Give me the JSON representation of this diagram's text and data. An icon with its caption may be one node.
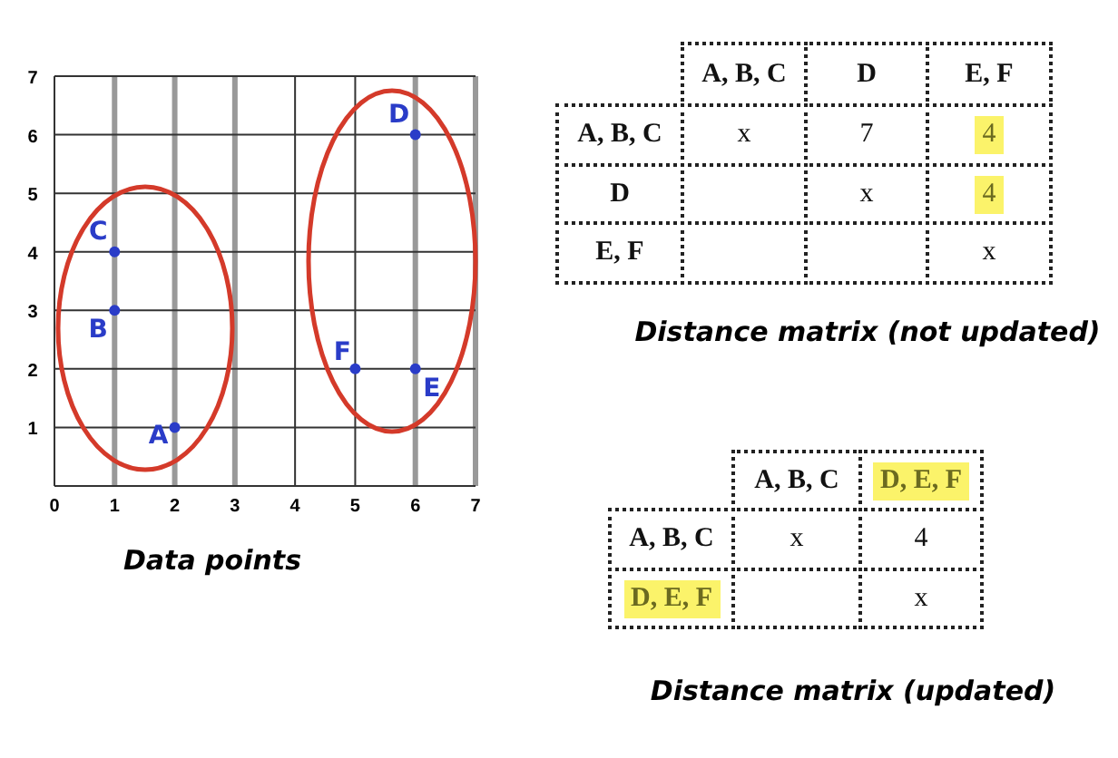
{
  "diagram": {
    "labels": [
      "A, B, C",
      "D",
      "E, F",
      "A, B, C",
      "x",
      "7",
      "4",
      "D",
      "x",
      "4",
      "E, F",
      "x",
      "Distance matrix (not updated)",
      "A, B, C",
      "D, E, F",
      "A, B, C",
      "x",
      "4",
      "D, E, F",
      "x",
      "Distance matrix (updated)"
    ],
    "chart_data": {
      "type": "scatter",
      "title": "Data points",
      "x": [
        2,
        1,
        1,
        6,
        6,
        5
      ],
      "values": [
        1,
        3,
        4,
        6,
        2,
        2
      ],
      "xlim": [
        0,
        7
      ],
      "ylim": [
        0,
        7
      ],
      "grid": true,
      "xticks": [
        0,
        1,
        2,
        3,
        4,
        5,
        6,
        7
      ],
      "yticks": [
        1,
        2,
        3,
        4,
        5,
        6,
        7
      ],
      "annotations": [
        {
          "text": "A",
          "x": 2,
          "y": 1
        },
        {
          "text": "B",
          "x": 1,
          "y": 3
        },
        {
          "text": "C",
          "x": 1,
          "y": 4
        },
        {
          "text": "D",
          "x": 6,
          "y": 6
        },
        {
          "text": "E",
          "x": 6,
          "y": 2
        },
        {
          "text": "F",
          "x": 5,
          "y": 2
        }
      ]
    }
  }
}
